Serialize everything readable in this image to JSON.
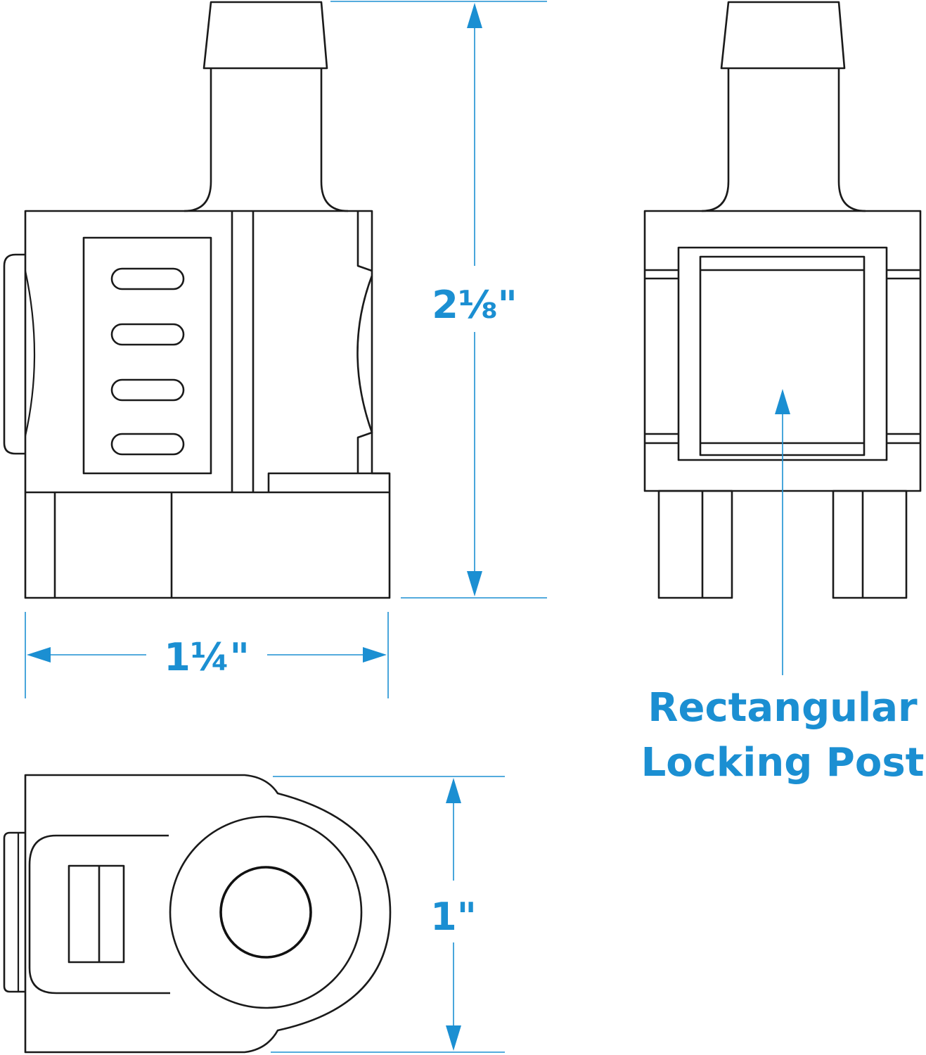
{
  "dimensions": {
    "height": "2⅛\"",
    "width": "1¼\"",
    "depth": "1\""
  },
  "callout": {
    "line1": "Rectangular",
    "line2": "Locking Post"
  },
  "colors": {
    "dimension": "#1b8fd2",
    "outline": "#1a1a1a",
    "background": "#ffffff"
  }
}
